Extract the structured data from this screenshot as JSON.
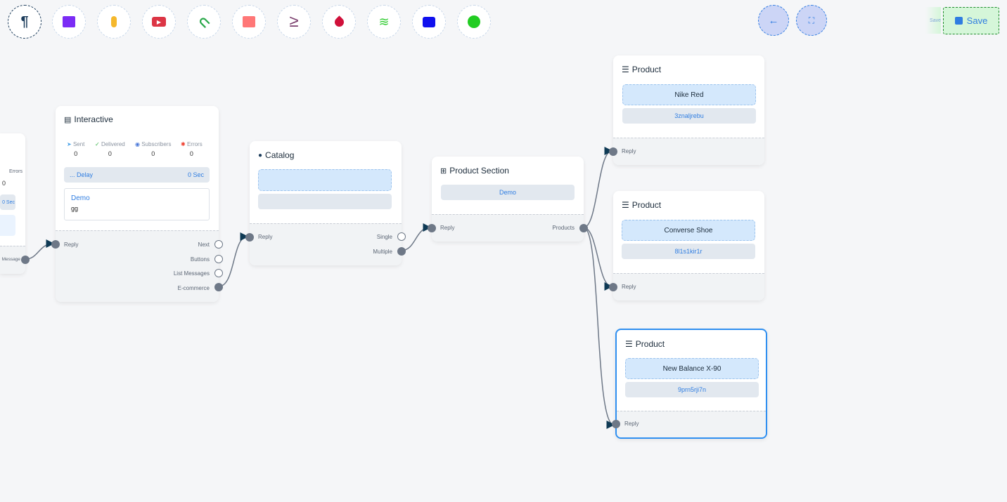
{
  "toolbar": {
    "tools": [
      {
        "icon": "paragraph-icon",
        "glyph": "¶",
        "color": "#1d3d5c"
      },
      {
        "icon": "image-icon",
        "glyph": "🖼",
        "color": "#7b2cf5"
      },
      {
        "icon": "microphone-icon",
        "glyph": "🎙",
        "color": "#f5b82c"
      },
      {
        "icon": "youtube-icon",
        "glyph": "▶",
        "color": "#dc3545"
      },
      {
        "icon": "paperclip-icon",
        "glyph": "📎",
        "color": "#2aa84a"
      },
      {
        "icon": "newspaper-icon",
        "glyph": "📰",
        "color": "#f77"
      },
      {
        "icon": "greater-equal-icon",
        "glyph": "≥",
        "color": "#7b3f6e"
      },
      {
        "icon": "drop-icon",
        "glyph": "💧",
        "color": "#d0103a"
      },
      {
        "icon": "stack-icon",
        "glyph": "≋",
        "color": "#33cc33"
      },
      {
        "icon": "robot-icon",
        "glyph": "🤖",
        "color": "#1010ee"
      },
      {
        "icon": "palette-icon",
        "glyph": "🎨",
        "color": "#22cc22"
      }
    ],
    "back_icon": "arrow-left-icon",
    "compress_icon": "compress-icon",
    "save_label": "Save",
    "save_icon": "floppy-icon",
    "ghost_text": "Save"
  },
  "nodes": {
    "left": {
      "stat_label": "Errors",
      "stat_value": "0",
      "delay_value": "0 Sec",
      "output": "Message"
    },
    "interactive": {
      "title": "Interactive",
      "stats": [
        {
          "label": "Sent",
          "value": "0"
        },
        {
          "label": "Delivered",
          "value": "0"
        },
        {
          "label": "Subscribers",
          "value": "0"
        },
        {
          "label": "Errors",
          "value": "0"
        }
      ],
      "delay_label": "... Delay",
      "delay_value": "0 Sec",
      "message_title": "Demo",
      "message_body": "gg",
      "input": "Reply",
      "outputs": [
        "Next",
        "Buttons",
        "List Messages",
        "E-commerce"
      ]
    },
    "catalog": {
      "title": "Catalog",
      "input": "Reply",
      "outputs": [
        "Single",
        "Multiple"
      ]
    },
    "product_section": {
      "title": "Product Section",
      "name": "Demo",
      "input": "Reply",
      "output": "Products"
    },
    "products": [
      {
        "title": "Product",
        "name": "Nike Red",
        "id": "3znaljrebu",
        "input": "Reply"
      },
      {
        "title": "Product",
        "name": "Converse Shoe",
        "id": "8l1s1kir1r",
        "input": "Reply"
      },
      {
        "title": "Product",
        "name": "New Balance X-90",
        "id": "9prn5rji7n",
        "input": "Reply"
      }
    ]
  }
}
